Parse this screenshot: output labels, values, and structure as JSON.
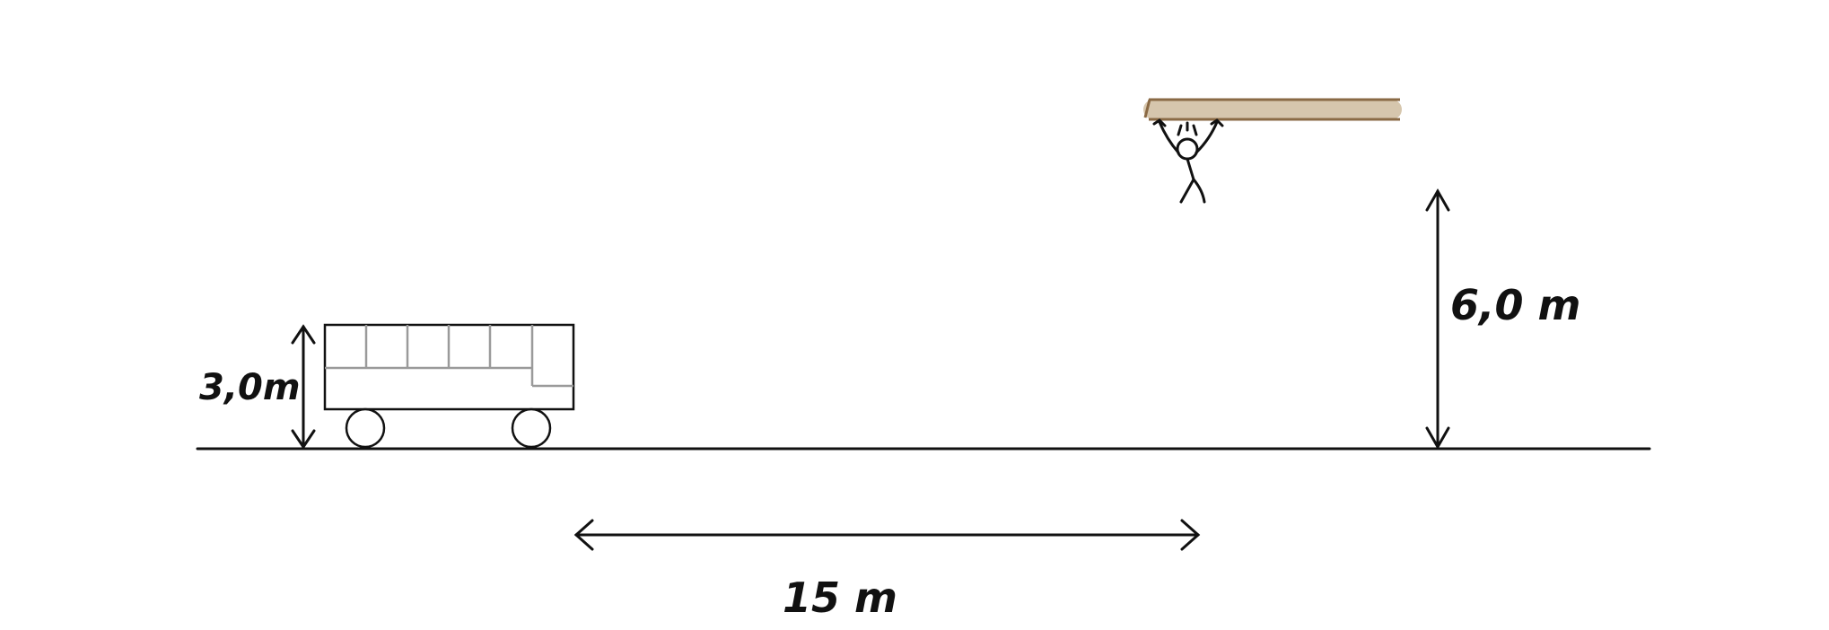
{
  "labels": {
    "bus_height": "3,0m",
    "beam_height": "6,0 m",
    "horizontal_distance": "15 m"
  },
  "colors": {
    "ink": "#111111",
    "bus_window_lines": "#9a9a9a",
    "beam_fill": "#d6c6ad",
    "beam_edge": "#8a6a45"
  },
  "elements": {
    "figure": "stick-figure-hanging",
    "vehicle": "bus"
  }
}
